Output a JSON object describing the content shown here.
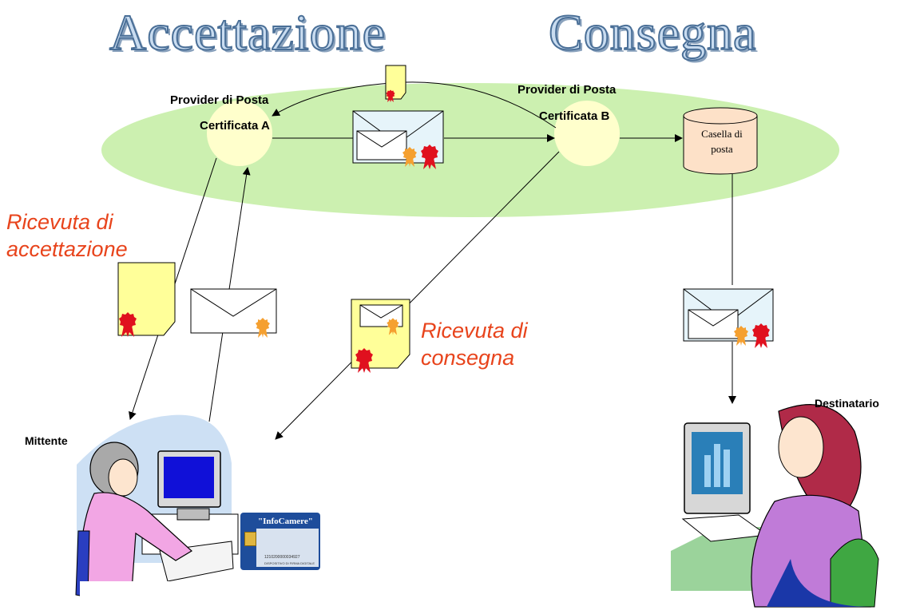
{
  "titles": {
    "left": "Accettazione",
    "right": "Consegna"
  },
  "providers": {
    "a_line1": "Provider di Posta",
    "a_line2": "Certificata A",
    "b_line1": "Provider di Posta",
    "b_line2": "Certificata B"
  },
  "mailbox": {
    "line1": "Casella di",
    "line2": "posta"
  },
  "receipts": {
    "acceptance_line1": "Ricevuta di",
    "acceptance_line2": "accettazione",
    "delivery_line1": "Ricevuta di",
    "delivery_line2": "consegna"
  },
  "people": {
    "sender": "Mittente",
    "recipient": "Destinatario"
  },
  "card": {
    "logo": "\"InfoCamere\"",
    "number": "1210200000034927",
    "caption": "DISPOSITIVO DI FIRMA DIGITALE"
  },
  "colors": {
    "ellipse": "#ccf0b0",
    "node": "#ffffcc",
    "receipt": "#ffff99",
    "envelope_bg": "#e6f4fa",
    "seal_red": "#e0101e",
    "seal_orange": "#f5a030",
    "accent_text": "#e8441c"
  }
}
